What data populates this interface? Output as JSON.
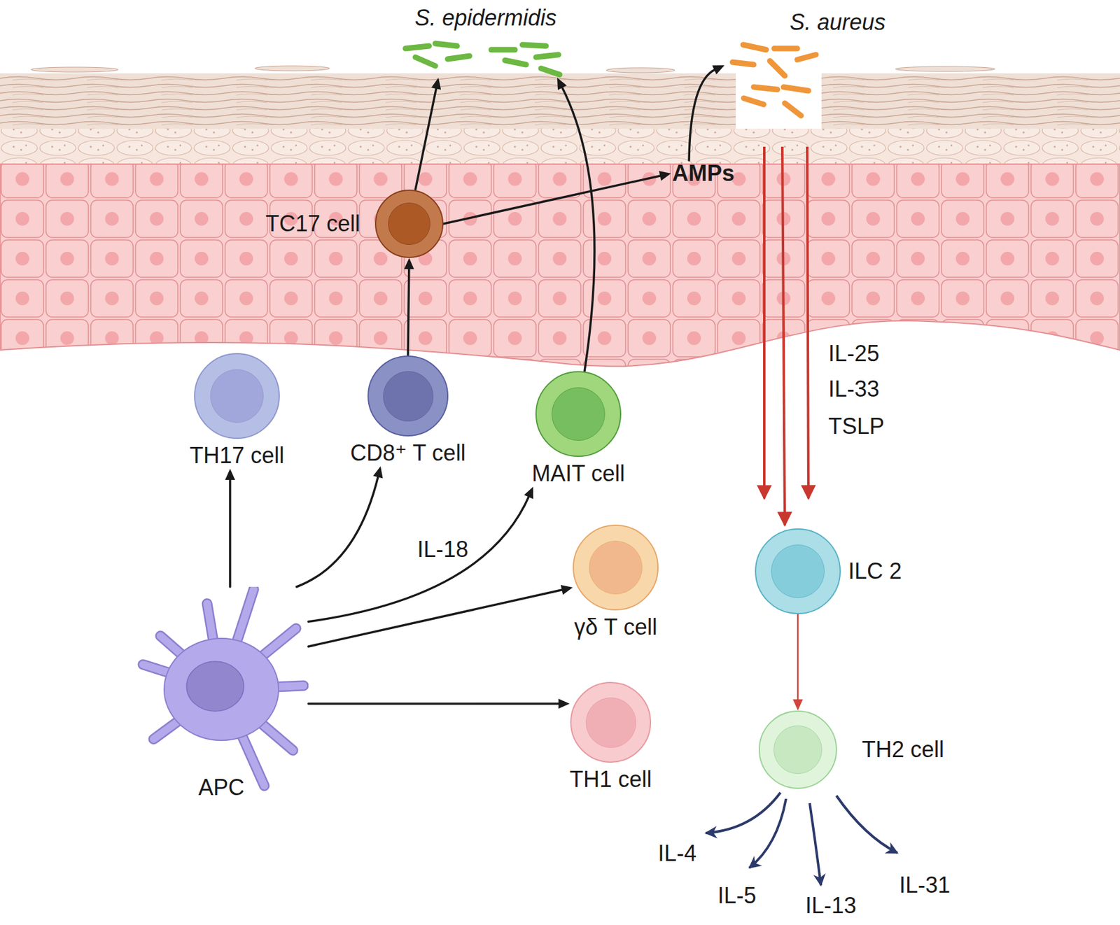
{
  "diagram": {
    "nodes": [
      {
        "text": [
          "S. epidermidis"
        ]
      },
      {
        "text": [
          "S. aureus"
        ]
      },
      {
        "text": [
          "AMPs"
        ]
      },
      {
        "text": [
          "TC17 cell"
        ]
      },
      {
        "text": [
          "TH17 cell"
        ]
      },
      {
        "text": [
          "CD8⁺ T cell"
        ]
      },
      {
        "text": [
          "MAIT cell"
        ]
      },
      {
        "text": [
          "ILC 2"
        ]
      },
      {
        "text": [
          "γδ T cell"
        ]
      },
      {
        "text": [
          "APC"
        ]
      },
      {
        "text": [
          "TH1 cell"
        ]
      },
      {
        "text": [
          "TH2 cell"
        ]
      }
    ],
    "edges": [
      {
        "from": 5,
        "to": 3,
        "arrow": "to"
      },
      {
        "from": 3,
        "to": 0,
        "arrow": "to"
      },
      {
        "from": 6,
        "to": 0,
        "arrow": "to"
      },
      {
        "from": 3,
        "to": 2,
        "arrow": "to"
      },
      {
        "from": 2,
        "to": 1,
        "arrow": "to"
      },
      {
        "from": 9,
        "to": 4,
        "arrow": "to"
      },
      {
        "from": 9,
        "to": 5,
        "arrow": "to"
      },
      {
        "from": 9,
        "to": 6,
        "label": "IL-18",
        "arrow": "to"
      },
      {
        "from": 9,
        "to": 8,
        "arrow": "to"
      },
      {
        "from": 9,
        "to": 10,
        "arrow": "to"
      },
      {
        "from": 7,
        "to": 11,
        "arrow": "to"
      }
    ],
    "labels": [
      "IL-25",
      "IL-33",
      "TSLP",
      "IL-4",
      "IL-5",
      "IL-13",
      "IL-31"
    ]
  }
}
